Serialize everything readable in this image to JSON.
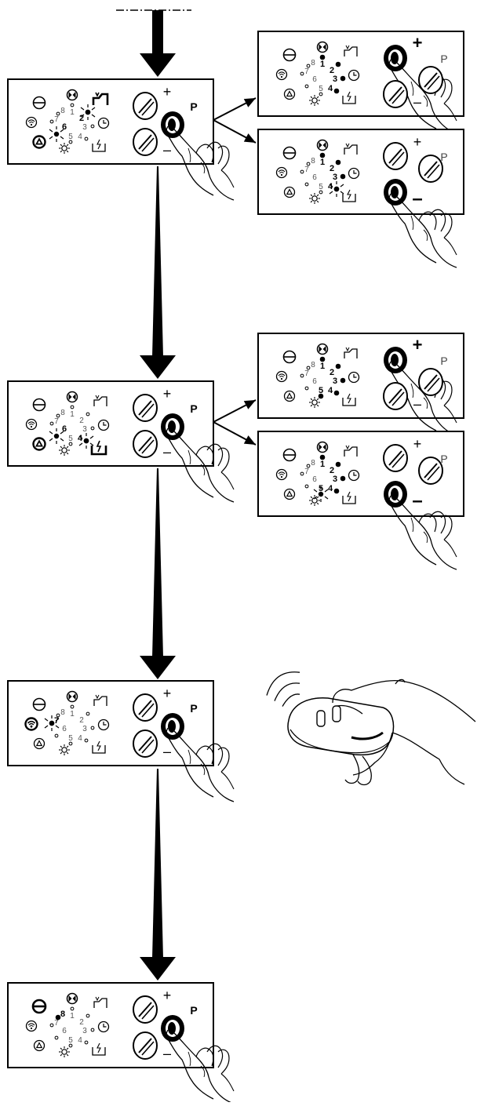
{
  "diagram": {
    "description_labels": {
      "plus": "+",
      "minus": "–",
      "program": "P"
    },
    "positions": [
      "1",
      "2",
      "3",
      "4",
      "5",
      "6",
      "7",
      "8"
    ],
    "colors": {
      "ink": "#000000",
      "paper": "#ffffff"
    },
    "panels": [
      {
        "name": "panel-step-1",
        "lit": "2",
        "blink": [
          "2",
          "6"
        ],
        "bold_icons": [
          "open-icon",
          "alarm-icon"
        ],
        "pressed": "p",
        "bold_digits": [
          "2",
          "6"
        ]
      },
      {
        "name": "panel-step-1-plus",
        "lit": "1",
        "blink": [],
        "bold_icons": [],
        "pressed": "plus",
        "bold_digits": [
          "1",
          "2",
          "3",
          "4"
        ],
        "dots_filled": [
          "1",
          "2",
          "3",
          "4"
        ]
      },
      {
        "name": "panel-step-1-minus",
        "lit": "4",
        "blink": [
          "4"
        ],
        "bold_icons": [],
        "pressed": "minus",
        "bold_digits": [
          "1",
          "2",
          "3",
          "4"
        ],
        "dots_filled": [
          "1",
          "2",
          "3",
          "4"
        ]
      },
      {
        "name": "panel-step-2",
        "lit": "4",
        "blink": [
          "4",
          "6"
        ],
        "bold_icons": [
          "power-icon",
          "alarm-icon"
        ],
        "pressed": "p",
        "bold_digits": [
          "4",
          "6"
        ]
      },
      {
        "name": "panel-step-2-plus",
        "lit": "1",
        "blink": [],
        "bold_icons": [],
        "pressed": "plus",
        "bold_digits": [
          "1",
          "2",
          "3",
          "4",
          "5"
        ],
        "dots_filled": [
          "1",
          "2",
          "3",
          "4",
          "5"
        ]
      },
      {
        "name": "panel-step-2-minus",
        "lit": "5",
        "blink": [
          "5"
        ],
        "bold_icons": [],
        "pressed": "minus",
        "bold_digits": [
          "1",
          "2",
          "3",
          "4",
          "5"
        ],
        "dots_filled": [
          "1",
          "2",
          "3",
          "4"
        ]
      },
      {
        "name": "panel-step-3",
        "lit": "7",
        "blink": [
          "7"
        ],
        "bold_icons": [
          "radio-icon"
        ],
        "pressed": "p",
        "bold_digits": [
          "7"
        ]
      },
      {
        "name": "panel-step-4",
        "lit": "8",
        "blink": [],
        "bold_icons": [
          "minus-circle-icon"
        ],
        "pressed": "p",
        "bold_digits": [
          "8"
        ]
      }
    ]
  }
}
